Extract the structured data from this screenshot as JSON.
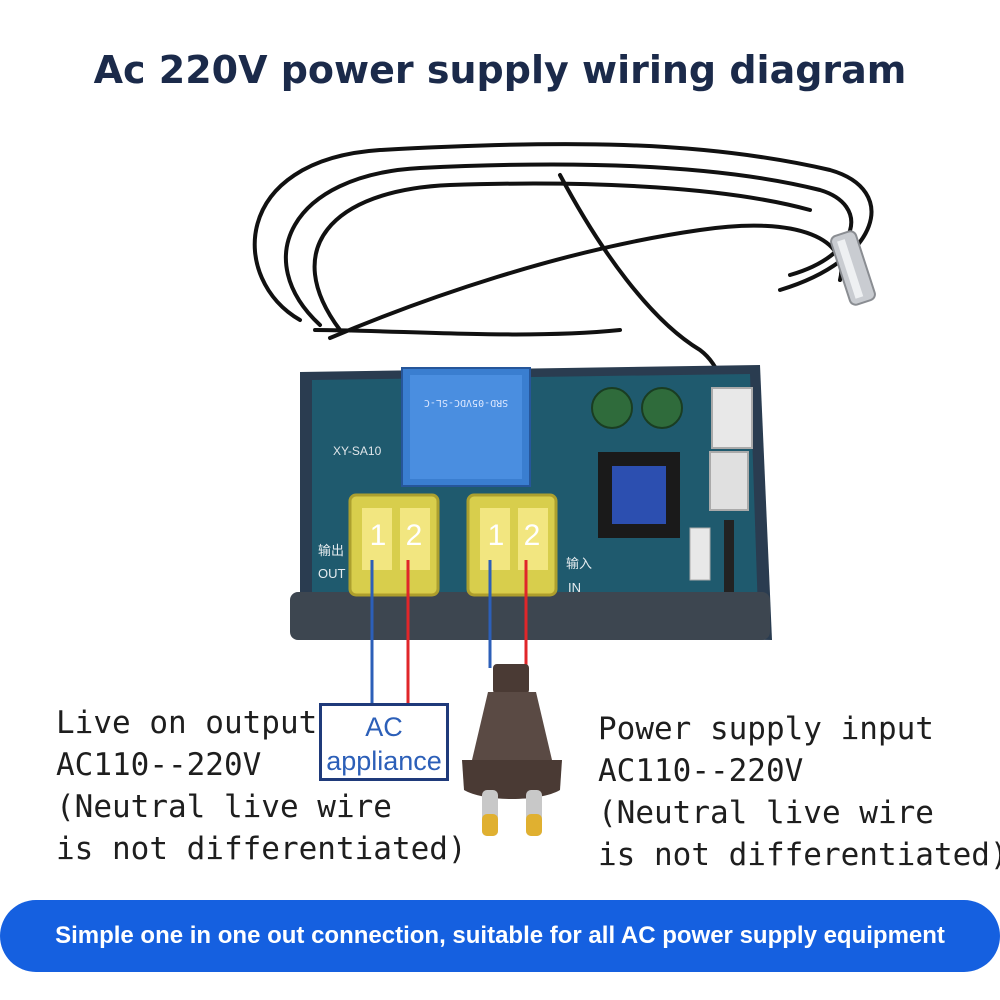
{
  "title": "Ac 220V power supply wiring diagram",
  "board": {
    "model": "XY-SA10",
    "relay_text": "SRD-05VDC-SL-C",
    "output_label_cn": "输出",
    "output_label_en": "OUT",
    "input_label_cn": "输入",
    "input_label_en": "IN",
    "terminal_left_1": "1",
    "terminal_left_2": "2",
    "terminal_right_1": "1",
    "terminal_right_2": "2"
  },
  "appliance": {
    "line1": "AC",
    "line2": "appliance"
  },
  "left_label": {
    "line1": "Live on output",
    "line2": "AC110--220V",
    "line3": "(Neutral live wire",
    "line4": "is not differentiated)"
  },
  "right_label": {
    "line1": "Power supply input",
    "line2": "AC110--220V",
    "line3": "(Neutral live wire",
    "line4": "is not differentiated)"
  },
  "banner": "Simple one in one out connection, suitable for all AC power supply equipment",
  "colors": {
    "title": "#1b2a4a",
    "board": "#1f5a6e",
    "wire_blue": "#2c5fb8",
    "wire_red": "#e0262a",
    "banner": "#1560e0",
    "terminal": "#e8d84a"
  }
}
